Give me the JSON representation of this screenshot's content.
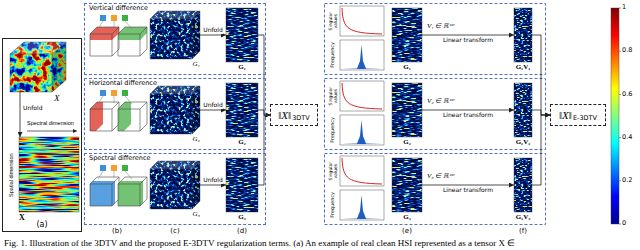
{
  "diagram": {
    "caption": "Fig. 1. Illustration of the 3DTV and the proposed E-3DTV regularization terms. (a) An example of real clean HSI represented as a tensor X ∈",
    "nodes": [
      {
        "text": [
          "(a)"
        ]
      },
      {
        "text": [
          "X"
        ],
        "in": 0
      },
      {
        "text": [
          "X"
        ],
        "in": 0
      },
      {
        "text": [
          "Vertical difference"
        ]
      },
      {
        "text": [
          "G₁"
        ],
        "in": 3
      },
      {
        "text": [
          "G₁"
        ],
        "in": 3
      },
      {
        "text": [
          "Horizontal difference"
        ]
      },
      {
        "text": [
          "G₂"
        ],
        "in": 6
      },
      {
        "text": [
          "G₂"
        ],
        "in": 6
      },
      {
        "text": [
          "Spectral difference"
        ]
      },
      {
        "text": [
          "G₃"
        ],
        "in": 9
      },
      {
        "text": [
          "G₃"
        ],
        "in": 9
      },
      {
        "text": [
          "‖X‖",
          "3DTV"
        ]
      },
      {
        "text": [
          "G₁"
        ]
      },
      {
        "text": [
          "G₁V₁"
        ]
      },
      {
        "text": [
          "G₂"
        ]
      },
      {
        "text": [
          "G₂V₂"
        ]
      },
      {
        "text": [
          "G₃"
        ]
      },
      {
        "text": [
          "G₃V₃"
        ]
      },
      {
        "text": [
          "‖X‖",
          "E-3DTV"
        ]
      }
    ],
    "edges": [
      {
        "from": 1,
        "to": 2,
        "arrow": "to",
        "label": "Unfold"
      },
      {
        "from": 4,
        "to": 5,
        "arrow": "to",
        "label": "Unfold"
      },
      {
        "from": 7,
        "to": 8,
        "arrow": "to",
        "label": "Unfold"
      },
      {
        "from": 10,
        "to": 11,
        "arrow": "to",
        "label": "Unfold"
      },
      {
        "from": 5,
        "to": 12,
        "arrow": "to"
      },
      {
        "from": 8,
        "to": 12,
        "arrow": "to"
      },
      {
        "from": 11,
        "to": 12,
        "arrow": "to"
      },
      {
        "from": 13,
        "to": 14,
        "arrow": "to",
        "label": "Linear transform"
      },
      {
        "from": 15,
        "to": 16,
        "arrow": "to",
        "label": "Linear transform"
      },
      {
        "from": 17,
        "to": 18,
        "arrow": "to",
        "label": "Linear transform"
      },
      {
        "from": 14,
        "to": 19,
        "arrow": "to"
      },
      {
        "from": 16,
        "to": 19,
        "arrow": "to"
      },
      {
        "from": 18,
        "to": 19,
        "arrow": "to"
      }
    ],
    "labels": [
      "Spectral dimension",
      "Spatial dimension",
      "(b)",
      "(c)",
      "(d)",
      "Singular values",
      "Frequency",
      "V₁ ∈ ℝᶻˣʳ",
      "Singular values",
      "Frequency",
      "V₂ ∈ ℝᶻˣʳ",
      "Singular values",
      "Frequency",
      "V₃ ∈ ℝᶻˣʳ",
      "(e)",
      "(f)",
      "1",
      "0.8",
      "0.6",
      "0.4",
      "0.2",
      "0"
    ]
  }
}
